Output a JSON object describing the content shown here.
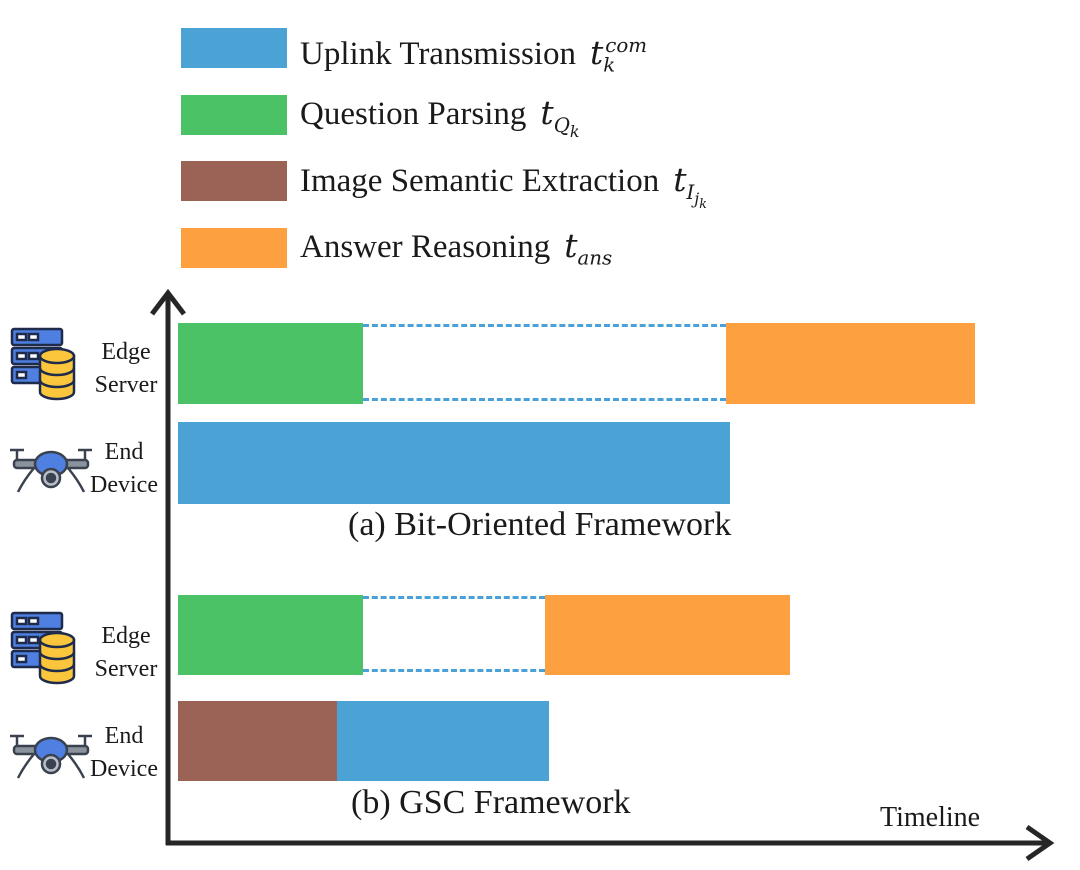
{
  "colors": {
    "uplink": "#4ba3d5",
    "question": "#4ac265",
    "image": "#9b6356",
    "answer": "#fda140",
    "axis": "#262626"
  },
  "legend": [
    {
      "key": "uplink",
      "label": "Uplink Transmission",
      "symbol": "t",
      "sub": "k",
      "sup": "com"
    },
    {
      "key": "question",
      "label": "Question Parsing",
      "symbol": "t",
      "sub": "Q",
      "subsub": "k"
    },
    {
      "key": "image",
      "label": "Image Semantic Extraction",
      "symbol": "t",
      "sub": "I",
      "subsub": "j",
      "subsubsub": "k"
    },
    {
      "key": "answer",
      "label": "Answer Reasoning",
      "symbol": "t",
      "sub": "ans"
    }
  ],
  "labels": {
    "edge_line1": "Edge",
    "edge_line2": "Server",
    "end_line1": "End",
    "end_line2": "Device",
    "caption_a": "(a) Bit-Oriented Framework",
    "caption_b": "(b) GSC Framework",
    "timeline": "Timeline"
  },
  "icons": {
    "server": "server-database-icon",
    "device": "drone-icon"
  }
}
